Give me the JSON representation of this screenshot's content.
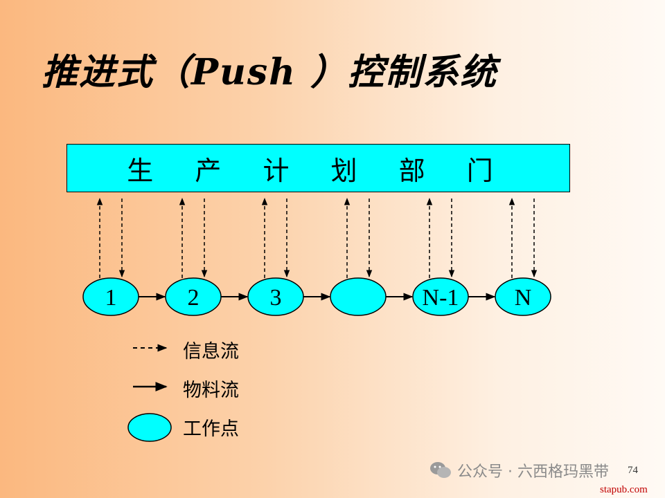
{
  "title": "推进式（Push ）控制系统",
  "department": "生 产 计 划 部 门",
  "nodes": [
    "1",
    "2",
    "3",
    "",
    "N-1",
    "N"
  ],
  "legend": {
    "info_flow": "信息流",
    "material_flow": "物料流",
    "work_point": "工作点"
  },
  "colors": {
    "node_fill": "#00ffff",
    "box_fill": "#00ffff",
    "arrow": "#000000"
  },
  "page_number": "74",
  "watermark": "公众号 · 六西格玛黑带",
  "site": "stapub.com"
}
